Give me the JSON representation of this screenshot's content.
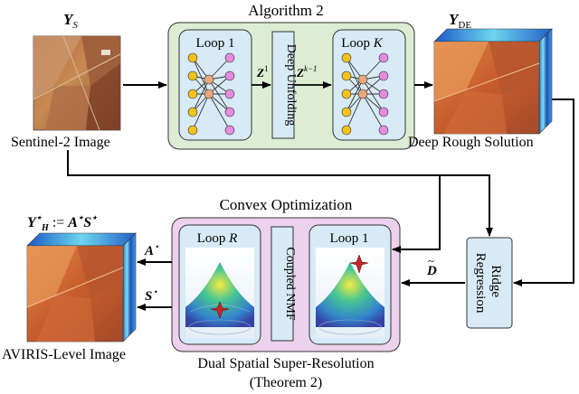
{
  "inputs": {
    "ys_label": "Y",
    "ys_sub": "S",
    "sentinel_caption": "Sentinel-2 Image"
  },
  "algorithm2": {
    "title": "Algorithm 2",
    "loop1": "Loop 1",
    "loopk_prefix": "Loop ",
    "loopk_var": "K",
    "deep_unfolding": "Deep Unfolding",
    "z1": "Z",
    "z1_sup": "1",
    "zk": "Z",
    "zk_sup": "k−1"
  },
  "outputs": {
    "yde_label": "Y",
    "yde_sub": "DE",
    "deep_rough_caption": "Deep Rough Solution",
    "yh_equation": "Y*H := A*S*",
    "aviris_caption": "AVIRIS-Level Image"
  },
  "convex": {
    "title": "Convex Optimization",
    "loopr_prefix": "Loop ",
    "loopr_var": "R",
    "loop1": "Loop 1",
    "coupled_nmf": "Coupled NMF",
    "caption_line1": "Dual Spatial Super-Resolution",
    "caption_line2": "(Theorem 2)"
  },
  "ridge": {
    "label": "Ridge Regression",
    "line1": "Ridge",
    "line2": "Regression",
    "d_label": "D"
  },
  "edges": {
    "a_star": "A",
    "s_star": "S"
  },
  "colors": {
    "algorithm_bg": "#dcedd4",
    "loop_box_bg": "#d7eaf6",
    "convex_bg": "#ecd2ec",
    "node_yellow": "#f2c21f",
    "node_orange": "#e8a87c",
    "node_pink": "#e58be0"
  }
}
